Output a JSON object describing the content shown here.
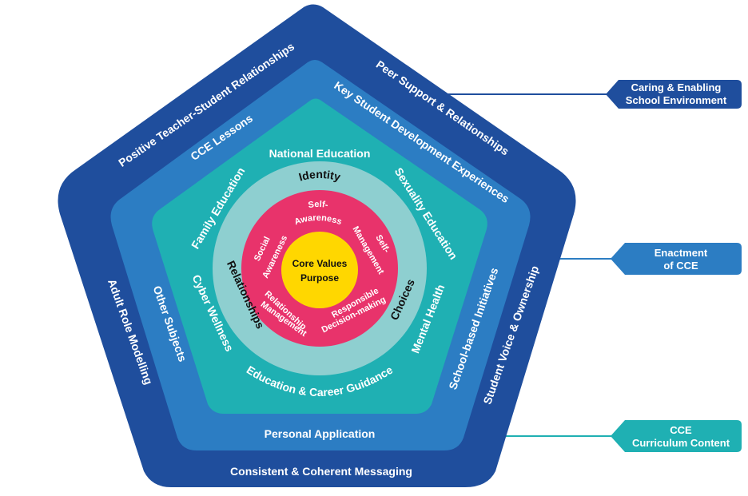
{
  "colors": {
    "outer": "#1f4e9d",
    "middle": "#2c7dc3",
    "inner": "#1fb0b3",
    "ring_light": "#8ecfd0",
    "ring_pink": "#e8336b",
    "core": "#ffd700"
  },
  "outer_layer": {
    "top_left": "Positive Teacher-Student Relationships",
    "top_right": "Peer Support & Relationships",
    "left": "Adult Role Modelling",
    "right": "Student Voice & Ownership",
    "bottom": "Consistent & Coherent Messaging"
  },
  "middle_layer": {
    "top_left": "CCE Lessons",
    "top_right": "Key Student Development Experiences",
    "left": "Other Subjects",
    "right": "School-based Initiatives",
    "bottom": "Personal Application"
  },
  "inner_layer": {
    "top": "National Education",
    "upper_left": "Family Education",
    "upper_right": "Sexuality Education",
    "lower_left": "Cyber Wellness",
    "lower_right": "Mental Health",
    "bottom": "Education & Career Guidance"
  },
  "light_ring": {
    "top": "Identity",
    "left": "Relationships",
    "right": "Choices"
  },
  "pink_ring": {
    "self_awareness": [
      "Self-",
      "Awareness"
    ],
    "self_management": [
      "Self-",
      "Management"
    ],
    "social_awareness": [
      "Social",
      "Awareness"
    ],
    "relationship_management": [
      "Relationship",
      "Management"
    ],
    "responsible_decision_making": [
      "Responsible",
      "Decision-making"
    ]
  },
  "core": {
    "line1": "Core Values",
    "line2": "Purpose"
  },
  "callouts": {
    "environment": [
      "Caring & Enabling",
      "School Environment"
    ],
    "enactment": [
      "Enactment",
      "of CCE"
    ],
    "content": [
      "CCE",
      "Curriculum Content"
    ]
  }
}
